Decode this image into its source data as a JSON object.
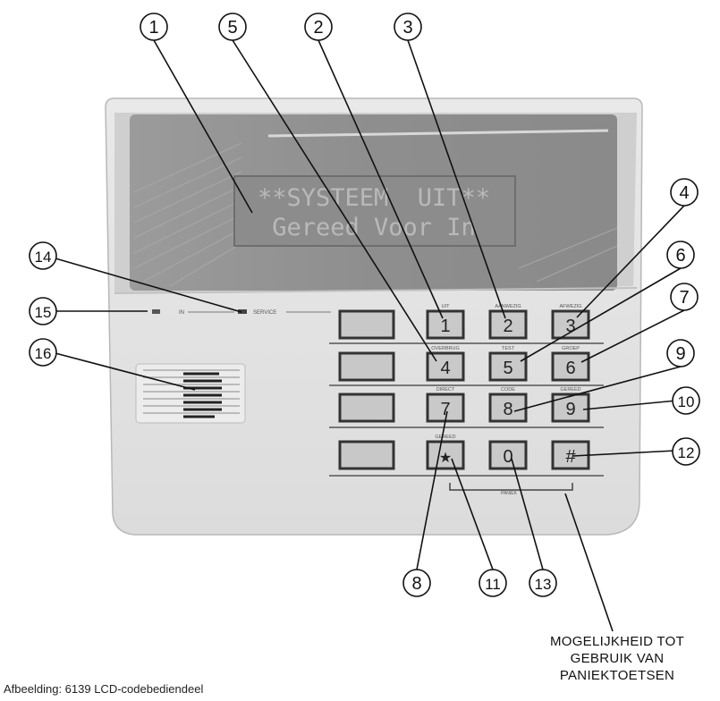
{
  "display": {
    "line1": "**SYSTEEM  UIT**",
    "line2": "Gereed Voor In"
  },
  "keys": [
    {
      "id": "1",
      "label": "1",
      "legend": "UIT"
    },
    {
      "id": "2",
      "label": "2",
      "legend": "AANWEZIG"
    },
    {
      "id": "3",
      "label": "3",
      "legend": "AFWEZIG"
    },
    {
      "id": "4",
      "label": "4",
      "legend": "OVERBRUG"
    },
    {
      "id": "5",
      "label": "5",
      "legend": "TEST"
    },
    {
      "id": "6",
      "label": "6",
      "legend": "GROEP"
    },
    {
      "id": "7",
      "label": "7",
      "legend": "DIRECT"
    },
    {
      "id": "8",
      "label": "8",
      "legend": "CODE"
    },
    {
      "id": "9",
      "label": "9",
      "legend": "GEREED"
    },
    {
      "id": "star",
      "label": "★",
      "legend": "GEREED"
    },
    {
      "id": "0",
      "label": "0",
      "legend": ""
    },
    {
      "id": "hash",
      "label": "#",
      "legend": ""
    }
  ],
  "panel_labels": {
    "led_label": "IN",
    "service_label": "SERVICE",
    "panic_bracket_label": "PANIEK"
  },
  "callouts": [
    "1",
    "2",
    "3",
    "4",
    "5",
    "6",
    "7",
    "8",
    "9",
    "10",
    "11",
    "12",
    "13",
    "14",
    "15",
    "16"
  ],
  "panic_note": [
    "MOGELIJKHEID TOT",
    "GEBRUIK VAN",
    "PANIEKTOETSEN"
  ],
  "caption": "Afbeelding: 6139 LCD-codebediendeel"
}
